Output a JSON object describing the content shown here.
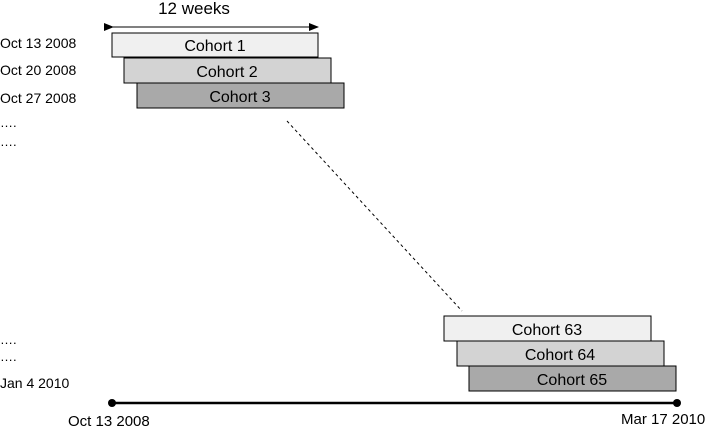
{
  "duration_label": "12 weeks",
  "row_labels": {
    "first": "Oct 13 2008",
    "second": "Oct 20 2008",
    "third": "Oct 27 2008",
    "ellipsis_a": "….",
    "ellipsis_b": "….",
    "ellipsis_c": "….",
    "ellipsis_d": "….",
    "last": "Jan 4 2010"
  },
  "cohorts": [
    {
      "label": "Cohort 1",
      "start": "Oct 13 2008",
      "fill": "#f0f0f0"
    },
    {
      "label": "Cohort 2",
      "start": "Oct 20 2008",
      "fill": "#d3d3d3"
    },
    {
      "label": "Cohort 3",
      "start": "Oct 27 2008",
      "fill": "#a9a9a9"
    },
    {
      "label": "Cohort 63",
      "fill": "#f0f0f0"
    },
    {
      "label": "Cohort 64",
      "fill": "#d3d3d3"
    },
    {
      "label": "Cohort 65",
      "start": "Jan 4 2010",
      "fill": "#a9a9a9"
    }
  ],
  "timeline": {
    "start_label": "Oct 13 2008",
    "end_label": "Mar 17 2010"
  },
  "colors": {
    "stroke": "#000000",
    "background": "#ffffff"
  }
}
